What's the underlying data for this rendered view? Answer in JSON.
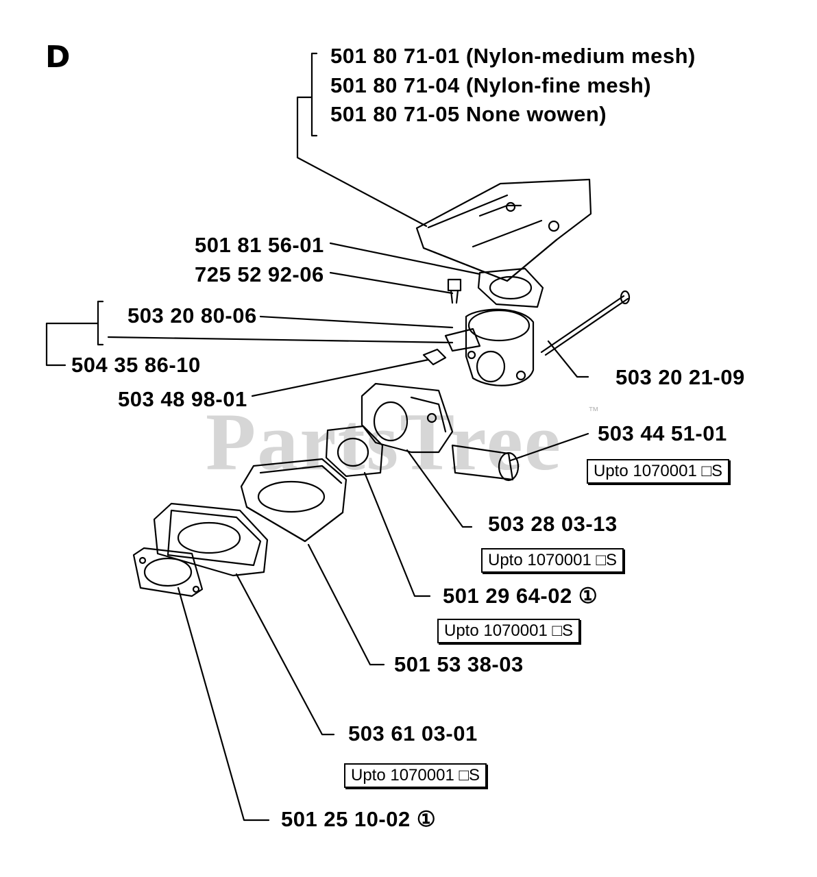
{
  "section_letter": "D",
  "watermark": "PartsTree",
  "watermark_tm": "™",
  "parts": {
    "filter_01": "501 80 71-01 (Nylon-medium mesh)",
    "filter_04": "501 80 71-04 (Nylon-fine mesh)",
    "filter_05": "501 80 71-05 None wowen)",
    "p_501_81_56_01": "501 81 56-01",
    "p_725_52_92_06": "725 52 92-06",
    "p_503_20_80_06": "503 20 80-06",
    "p_504_35_86_10": "504 35 86-10",
    "p_503_48_98_01": "503 48 98-01",
    "p_503_20_21_09": "503 20 21-09",
    "p_503_44_51_01": "503 44 51-01",
    "p_503_28_03_13": "503 28 03-13",
    "p_501_29_64_02": "501 29 64-02 ①",
    "p_501_53_38_03": "501 53 38-03",
    "p_503_61_03_01": "503 61 03-01",
    "p_501_25_10_02": "501 25 10-02 ①"
  },
  "notes": {
    "upto_1": "Upto 1070001 □S",
    "upto_2": "Upto 1070001 □S",
    "upto_3": "Upto 1070001 □S",
    "upto_4": "Upto 1070001 □S"
  }
}
